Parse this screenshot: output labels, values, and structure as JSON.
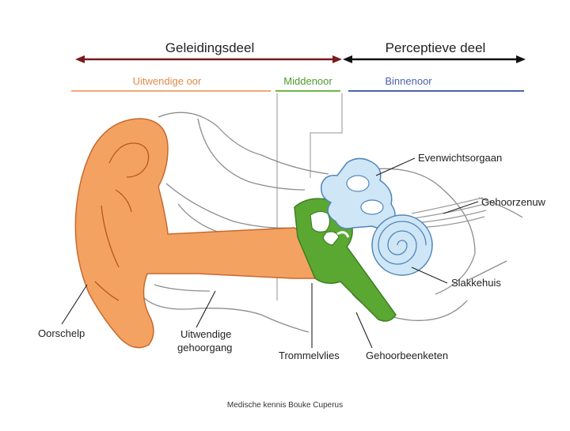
{
  "header": {
    "left_section": "Geleidingsdeel",
    "right_section": "Perceptieve deel",
    "sub_outer": "Uitwendige oor",
    "sub_middle": "Middenoor",
    "sub_inner": "Binnenoor"
  },
  "labels": {
    "balance": "Evenwichtsorgaan",
    "nerve": "Gehoorzenuw",
    "cochlea": "Slakkehuis",
    "pinna": "Oorschelp",
    "canal_line1": "Uitwendige",
    "canal_line2": "gehoorgang",
    "eardrum": "Trommelvlies",
    "ossicles": "Gehoorbeenketen"
  },
  "footer": "Medische kennis Bouke Cuperus",
  "colors": {
    "outer_ear": "#f4a262",
    "middle_ear": "#5aa832",
    "inner_ear": "#cfe6f6",
    "arrow_left": "#7a1b1b",
    "arrow_right": "#111111",
    "line_inner": "#4a63a8"
  }
}
